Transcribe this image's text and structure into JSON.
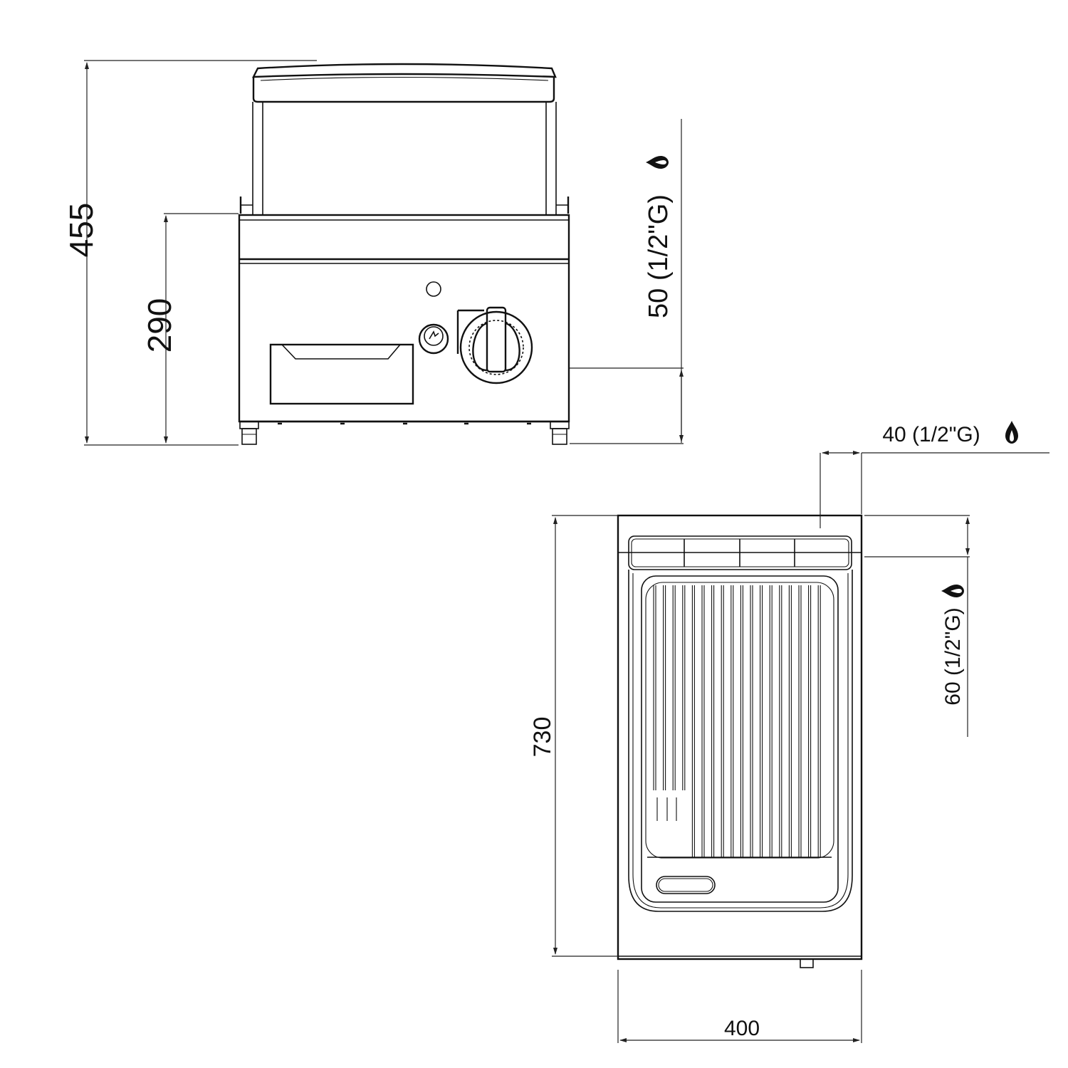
{
  "drawing": {
    "type": "technical dimension drawing",
    "subject": "countertop gas grill (ribbed plate)",
    "units": "mm"
  },
  "front_view": {
    "dimensions": {
      "total_height": "455",
      "body_height": "290",
      "gas_connection_height": "50 (1/2\"G)"
    },
    "components": [
      "lid",
      "splash-guard",
      "drip-drawer",
      "ignition-button",
      "pilot-light",
      "control-knob",
      "feet"
    ]
  },
  "top_view": {
    "dimensions": {
      "depth": "730",
      "width": "400",
      "gas_connection_offset_x": "40 (1/2\"G)",
      "gas_connection_offset_y": "60 (1/2\"G)"
    },
    "components": [
      "splash-guard-rail",
      "ribbed-grill-plate",
      "drain-slot",
      "gas-inlet"
    ]
  },
  "icons": {
    "gas": "flame-icon"
  },
  "colors": {
    "line": "#111111",
    "background": "#ffffff"
  }
}
